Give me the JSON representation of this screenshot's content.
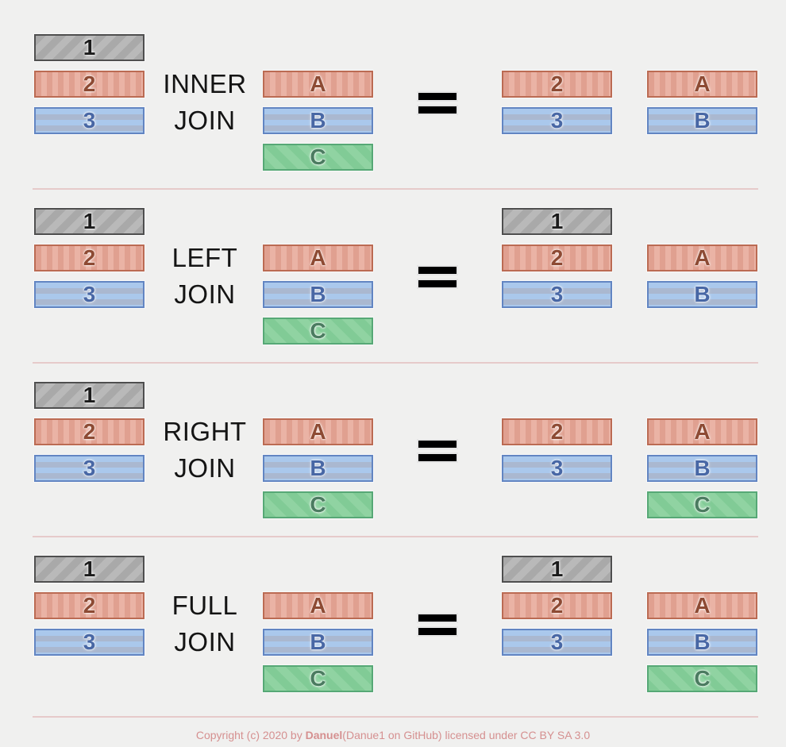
{
  "page_background": "#f0f0ef",
  "divider_color": "#e6caca",
  "equals_symbol": "=",
  "bar_styles": {
    "gray": {
      "fill": "#a9a9a9",
      "stripe": "#b9b9b9",
      "border": "#4f4f4f",
      "text": "#1c1c1c",
      "pattern": "diagonal-up-stripes"
    },
    "red": {
      "fill": "#e0a090",
      "stripe": "#eab3a5",
      "border": "#bb6b53",
      "text": "#8d4a33",
      "pattern": "vertical-stripes"
    },
    "blue": {
      "fill": "#aac8ec",
      "stripe": "#aab8d0",
      "border": "#6285c2",
      "text": "#4867a5",
      "pattern": "horizontal-stripes"
    },
    "green": {
      "fill": "#81cb96",
      "stripe": "#90d3a2",
      "border": "#57a876",
      "text": "#4b7b60",
      "pattern": "diagonal-down-stripes"
    }
  },
  "sections": [
    {
      "name": "INNER JOIN",
      "label_line1": "INNER",
      "label_line2": "JOIN",
      "left_table": [
        {
          "label": "1",
          "style": "gray",
          "row": 1
        },
        {
          "label": "2",
          "style": "red",
          "row": 2
        },
        {
          "label": "3",
          "style": "blue",
          "row": 3
        }
      ],
      "right_table": [
        {
          "label": "A",
          "style": "red",
          "row": 2
        },
        {
          "label": "B",
          "style": "blue",
          "row": 3
        },
        {
          "label": "C",
          "style": "green",
          "row": 4
        }
      ],
      "result_left": [
        {
          "label": "2",
          "style": "red",
          "row": 2
        },
        {
          "label": "3",
          "style": "blue",
          "row": 3
        }
      ],
      "result_right": [
        {
          "label": "A",
          "style": "red",
          "row": 2
        },
        {
          "label": "B",
          "style": "blue",
          "row": 3
        }
      ]
    },
    {
      "name": "LEFT JOIN",
      "label_line1": "LEFT",
      "label_line2": "JOIN",
      "left_table": [
        {
          "label": "1",
          "style": "gray",
          "row": 1
        },
        {
          "label": "2",
          "style": "red",
          "row": 2
        },
        {
          "label": "3",
          "style": "blue",
          "row": 3
        }
      ],
      "right_table": [
        {
          "label": "A",
          "style": "red",
          "row": 2
        },
        {
          "label": "B",
          "style": "blue",
          "row": 3
        },
        {
          "label": "C",
          "style": "green",
          "row": 4
        }
      ],
      "result_left": [
        {
          "label": "1",
          "style": "gray",
          "row": 1
        },
        {
          "label": "2",
          "style": "red",
          "row": 2
        },
        {
          "label": "3",
          "style": "blue",
          "row": 3
        }
      ],
      "result_right": [
        {
          "label": "A",
          "style": "red",
          "row": 2
        },
        {
          "label": "B",
          "style": "blue",
          "row": 3
        }
      ]
    },
    {
      "name": "RIGHT JOIN",
      "label_line1": "RIGHT",
      "label_line2": "JOIN",
      "left_table": [
        {
          "label": "1",
          "style": "gray",
          "row": 1
        },
        {
          "label": "2",
          "style": "red",
          "row": 2
        },
        {
          "label": "3",
          "style": "blue",
          "row": 3
        }
      ],
      "right_table": [
        {
          "label": "A",
          "style": "red",
          "row": 2
        },
        {
          "label": "B",
          "style": "blue",
          "row": 3
        },
        {
          "label": "C",
          "style": "green",
          "row": 4
        }
      ],
      "result_left": [
        {
          "label": "2",
          "style": "red",
          "row": 2
        },
        {
          "label": "3",
          "style": "blue",
          "row": 3
        }
      ],
      "result_right": [
        {
          "label": "A",
          "style": "red",
          "row": 2
        },
        {
          "label": "B",
          "style": "blue",
          "row": 3
        },
        {
          "label": "C",
          "style": "green",
          "row": 4
        }
      ]
    },
    {
      "name": "FULL JOIN",
      "label_line1": "FULL",
      "label_line2": "JOIN",
      "left_table": [
        {
          "label": "1",
          "style": "gray",
          "row": 1
        },
        {
          "label": "2",
          "style": "red",
          "row": 2
        },
        {
          "label": "3",
          "style": "blue",
          "row": 3
        }
      ],
      "right_table": [
        {
          "label": "A",
          "style": "red",
          "row": 2
        },
        {
          "label": "B",
          "style": "blue",
          "row": 3
        },
        {
          "label": "C",
          "style": "green",
          "row": 4
        }
      ],
      "result_left": [
        {
          "label": "1",
          "style": "gray",
          "row": 1
        },
        {
          "label": "2",
          "style": "red",
          "row": 2
        },
        {
          "label": "3",
          "style": "blue",
          "row": 3
        }
      ],
      "result_right": [
        {
          "label": "A",
          "style": "red",
          "row": 2
        },
        {
          "label": "B",
          "style": "blue",
          "row": 3
        },
        {
          "label": "C",
          "style": "green",
          "row": 4
        }
      ]
    }
  ],
  "footer": {
    "text_prefix": "Copyright (c) 2020 by ",
    "author": "Danuel",
    "text_suffix": "(Danue1 on GitHub) licensed under CC BY SA 3.0",
    "color": "#d59090"
  }
}
